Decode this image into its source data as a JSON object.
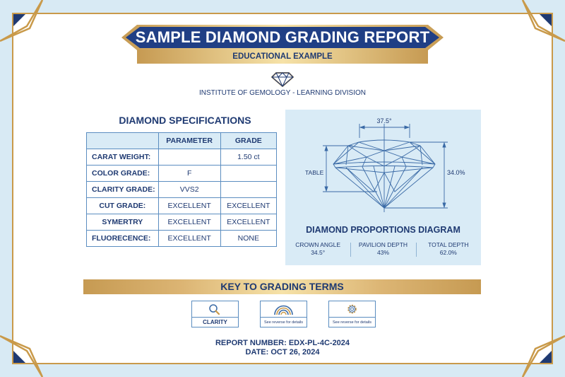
{
  "header": {
    "title": "SAMPLE DIAMOND GRADING REPORT",
    "subtitle": "EDUCATIONAL EXAMPLE",
    "institute": "INSTITUTE OF GEMOLOGY - LEARNING DIVISION",
    "logo_icon": "diamond-icon"
  },
  "specifications": {
    "title": "DIAMOND SPECIFICATIONS",
    "columns": [
      "",
      "PARAMETER",
      "GRADE"
    ],
    "rows": [
      {
        "label": "CARAT WEIGHT:",
        "parameter": "",
        "grade": "1.50 ct"
      },
      {
        "label": "COLOR GRADE:",
        "parameter": "F",
        "grade": ""
      },
      {
        "label": "CLARITY GRADE:",
        "parameter": "VVS2",
        "grade": ""
      },
      {
        "label": "CUT GRADE:",
        "parameter": "EXCELLENT",
        "grade": "EXCELLENT"
      },
      {
        "label": "SYMERTRY",
        "parameter": "EXCELLENT",
        "grade": "EXCELLENT"
      },
      {
        "label": "FLUORECENCE:",
        "parameter": "EXCELLENT",
        "grade": "NONE"
      }
    ]
  },
  "diagram": {
    "title": "DIAMOND PROPORTIONS DIAGRAM",
    "top_label": "37.5°",
    "left_label": "TABLE",
    "right_label": "34.0%",
    "metrics": [
      {
        "label": "CROWN ANGLE",
        "value": "34.5°"
      },
      {
        "label": "PAVILION DEPTH",
        "value": "43%"
      },
      {
        "label": "TOTAL DEPTH",
        "value": "62.0%"
      }
    ]
  },
  "key": {
    "title": "KEY TO GRADING TERMS",
    "items": [
      {
        "icon": "magnifier-icon",
        "label": "CLARITY"
      },
      {
        "icon": "rainbow-icon",
        "label": "See reverse for details"
      },
      {
        "icon": "gear-icon",
        "label": "See reverse for details"
      }
    ]
  },
  "footer": {
    "report_number": "REPORT NUMBER: EDX-PL-4C-2024",
    "date": "DATE: OCT 26, 2024"
  },
  "colors": {
    "navy": "#1f3a72",
    "gold": "#c99a4a",
    "background": "#d8eaf4",
    "panel": "#d9ebf6",
    "line_blue": "#5b8dc0"
  }
}
